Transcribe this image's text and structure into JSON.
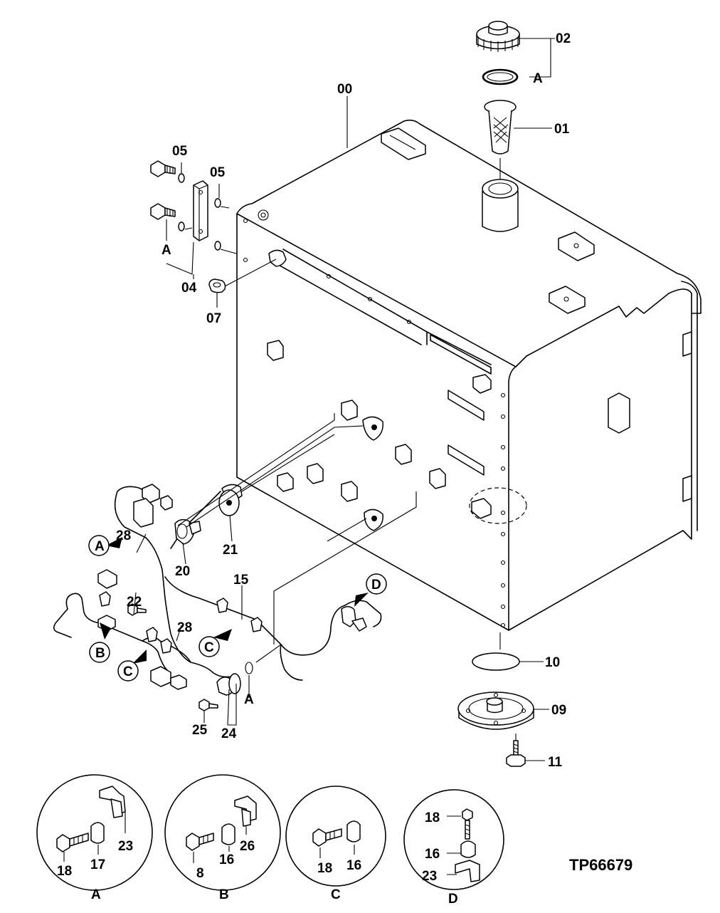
{
  "drawing_id": "TP66679",
  "callouts": {
    "c00": "00",
    "c01": "01",
    "c02": "02",
    "c04": "04",
    "c05a": "05",
    "c05b": "05",
    "c07": "07",
    "c09": "09",
    "c10": "10",
    "c11": "11",
    "c15": "15",
    "c20": "20",
    "c21": "21",
    "c22": "22",
    "c24": "24",
    "c25": "25",
    "c28a": "28",
    "c28b": "28",
    "ref_a_cap": "A",
    "ref_a_bracket": "A",
    "ref_a_wire": "A"
  },
  "bubbles": {
    "b_a": "A",
    "b_b": "B",
    "b_c1": "C",
    "b_c2": "C",
    "b_d": "D"
  },
  "details": [
    {
      "letter": "A",
      "parts": [
        "18",
        "17",
        "23"
      ]
    },
    {
      "letter": "B",
      "parts": [
        "8",
        "16",
        "26"
      ]
    },
    {
      "letter": "C",
      "parts": [
        "18",
        "16"
      ]
    },
    {
      "letter": "D",
      "parts": [
        "18",
        "16",
        "23"
      ]
    }
  ]
}
